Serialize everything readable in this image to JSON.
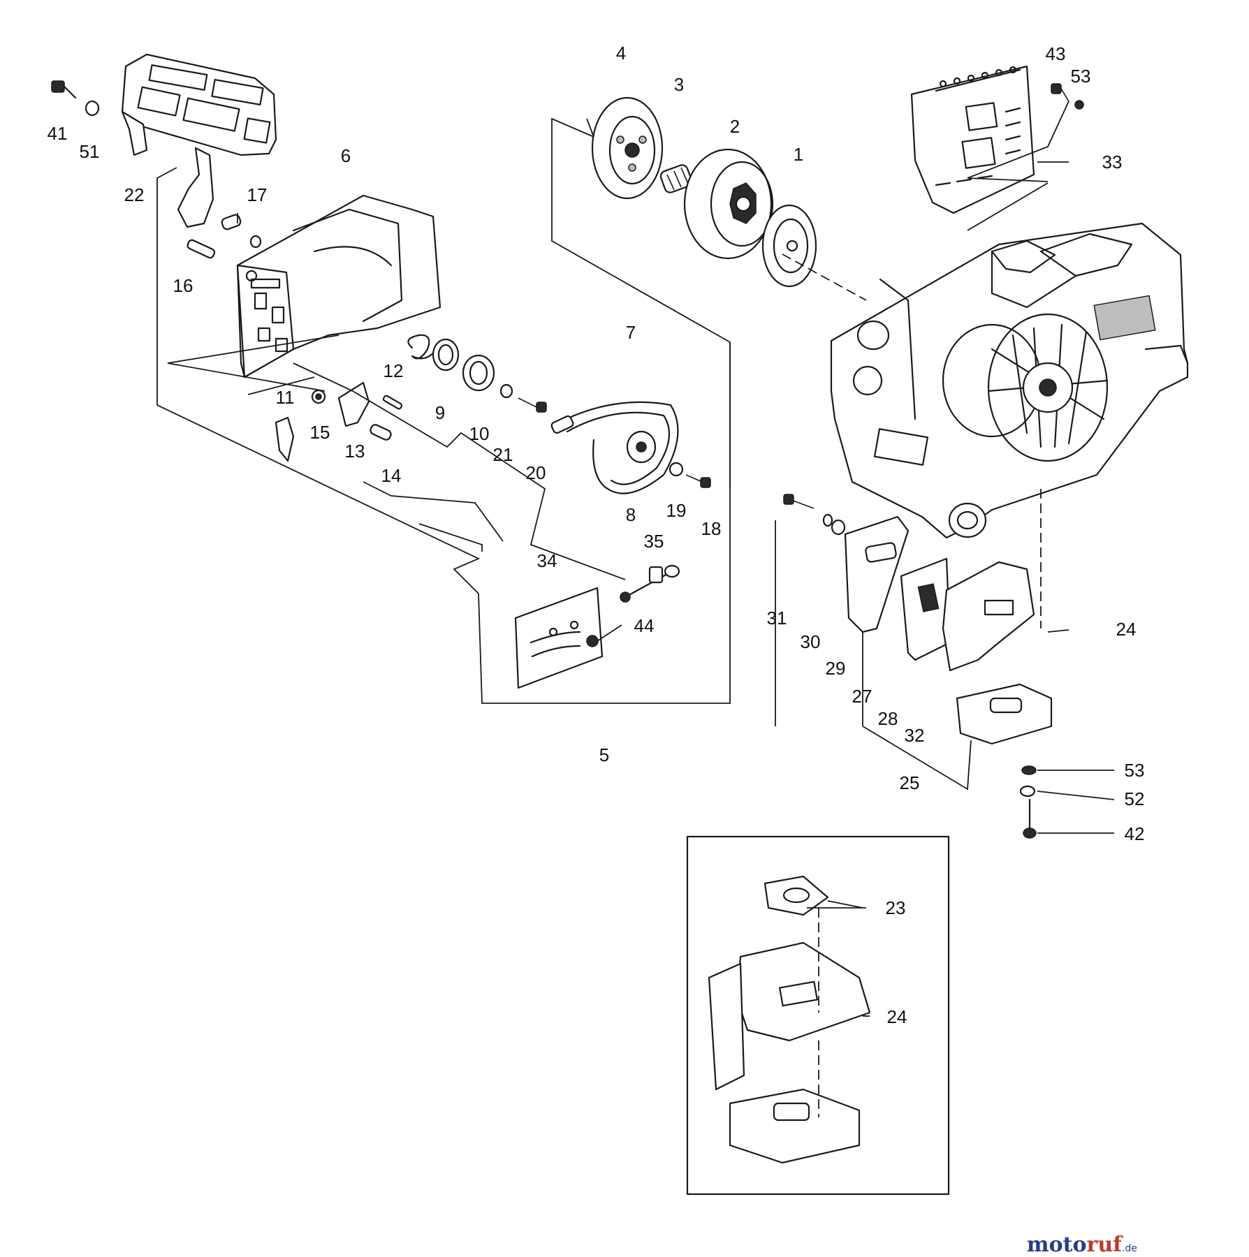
{
  "diagram": {
    "labels": {
      "p1": "1",
      "p2": "2",
      "p3": "3",
      "p4": "4",
      "p5": "5",
      "p6": "6",
      "p7": "7",
      "p8": "8",
      "p9": "9",
      "p10": "10",
      "p11": "11",
      "p12": "12",
      "p13": "13",
      "p14": "14",
      "p15": "15",
      "p16": "16",
      "p17": "17",
      "p18": "18",
      "p19": "19",
      "p20": "20",
      "p21": "21",
      "p22": "22",
      "p23": "23",
      "p24a": "24",
      "p24b": "24",
      "p25": "25",
      "p27": "27",
      "p28": "28",
      "p29": "29",
      "p30": "30",
      "p31": "31",
      "p32": "32",
      "p33": "33",
      "p34": "34",
      "p35": "35",
      "p41": "41",
      "p42": "42",
      "p43": "43",
      "p44": "44",
      "p51": "51",
      "p52": "52",
      "p53a": "53",
      "p53b": "53"
    }
  },
  "watermark": {
    "part_a": "moto",
    "part_b": "ruf",
    "part_c": ".de"
  }
}
